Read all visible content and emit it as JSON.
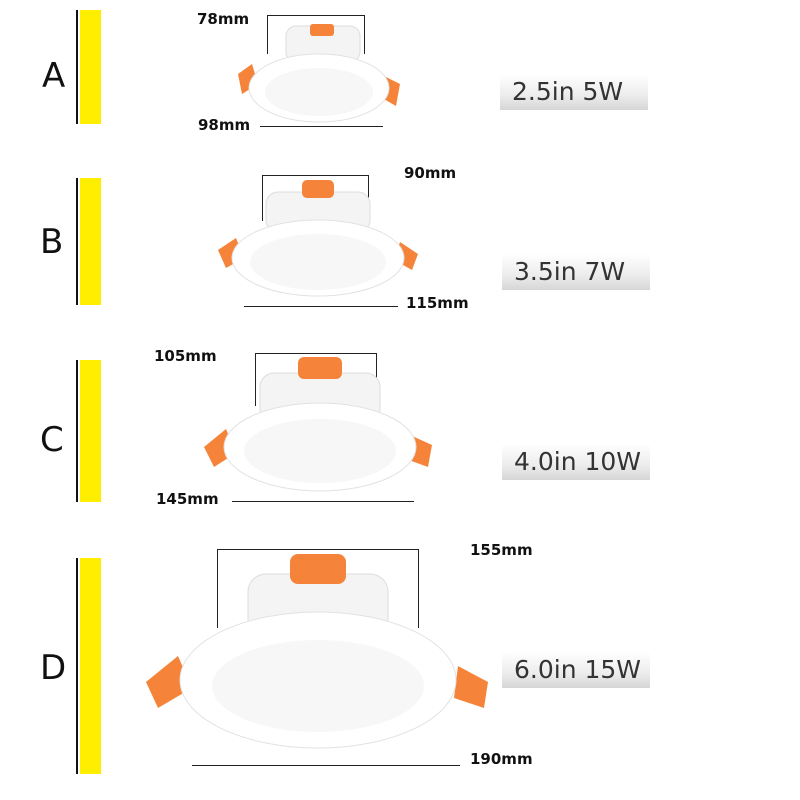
{
  "colors": {
    "accent_bar": "#ffee00",
    "clip": "#f5843a",
    "body": "#ffffff"
  },
  "rows": [
    {
      "letter": "A",
      "top_dim": "78mm",
      "bottom_dim": "98mm",
      "spec": "2.5in 5W"
    },
    {
      "letter": "B",
      "top_dim": "90mm",
      "bottom_dim": "115mm",
      "spec": "3.5in 7W"
    },
    {
      "letter": "C",
      "top_dim": "105mm",
      "bottom_dim": "145mm",
      "spec": "4.0in 10W"
    },
    {
      "letter": "D",
      "top_dim": "155mm",
      "bottom_dim": "190mm",
      "spec": "6.0in 15W"
    }
  ]
}
